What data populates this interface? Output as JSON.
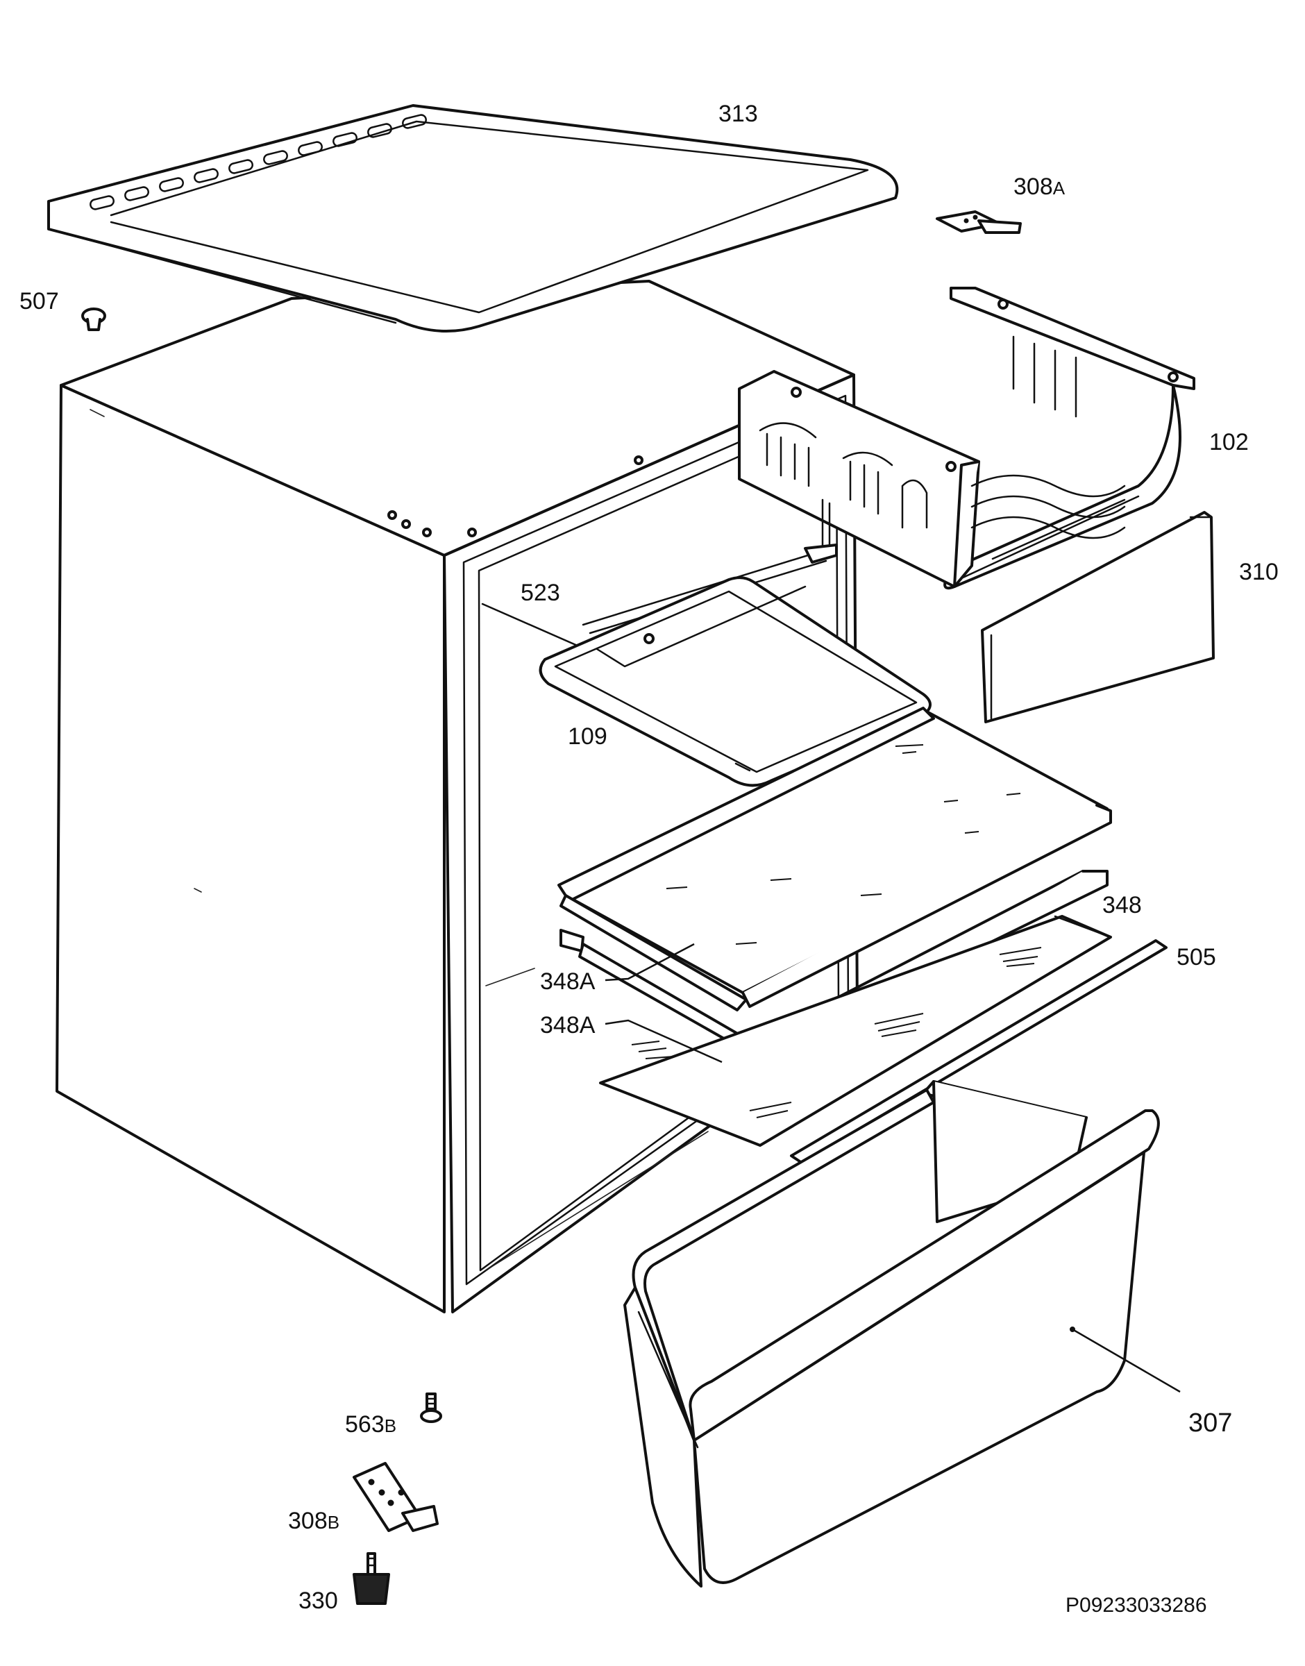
{
  "labels": {
    "p313": "313",
    "p308a_num": "308",
    "p308a_suf": "A",
    "p507": "507",
    "p102": "102",
    "p310": "310",
    "p523": "523",
    "p109": "109",
    "p348": "348",
    "p505": "505",
    "p348a_1": "348A",
    "p348a_2": "348A",
    "p307": "307",
    "p563b_num": "563",
    "p563b_suf": "B",
    "p308b_num": "308",
    "p308b_suf": "B",
    "p330": "330"
  },
  "reference_code": "P09233033286"
}
